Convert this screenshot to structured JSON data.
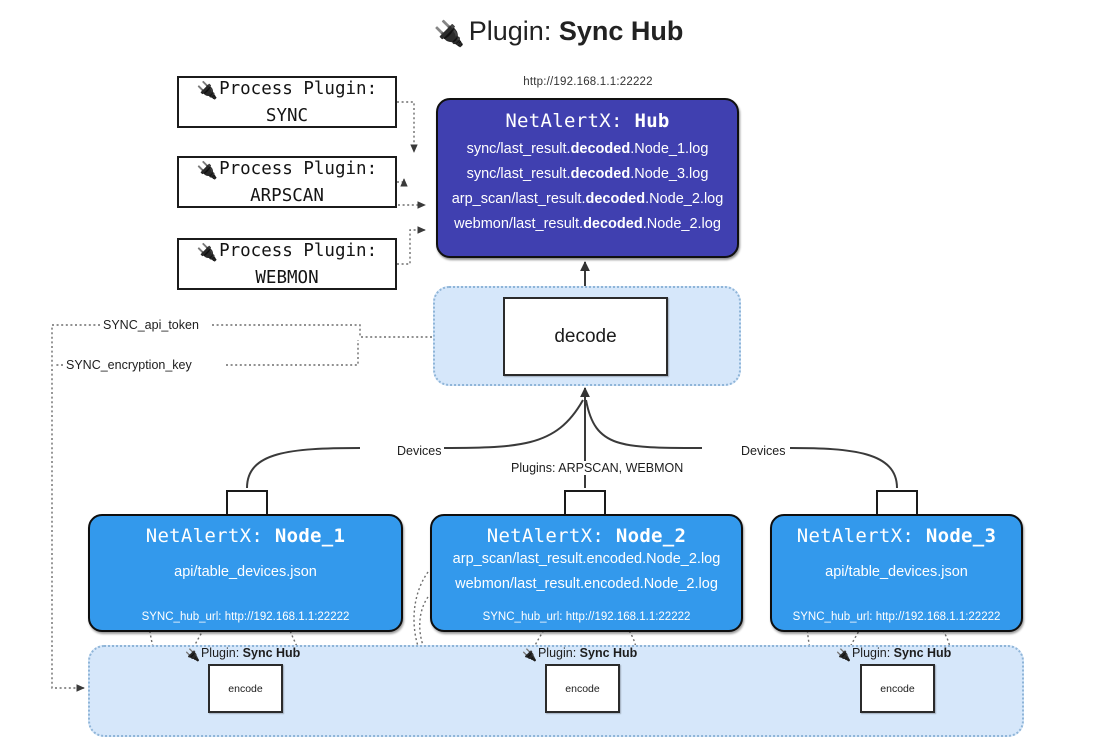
{
  "title": {
    "icon": "plug-icon",
    "prefix": "Plugin: ",
    "name": "Sync Hub"
  },
  "hub": {
    "url": "http://192.168.1.1:22222",
    "title_prefix": "NetAlertX: ",
    "title_name": "Hub",
    "logs": [
      {
        "pre": "sync/last_result.",
        "em": "decoded",
        "post": ".Node_1.log"
      },
      {
        "pre": "sync/last_result.",
        "em": "decoded",
        "post": ".Node_3.log"
      },
      {
        "pre": "arp_scan/last_result.",
        "em": "decoded",
        "post": ".Node_2.log"
      },
      {
        "pre": "webmon/last_result.",
        "em": "decoded",
        "post": ".Node_2.log"
      }
    ]
  },
  "process_plugins": [
    {
      "icon": "plug-icon",
      "line1": "Process Plugin:",
      "line2": "SYNC"
    },
    {
      "icon": "plug-icon",
      "line1": "Process Plugin:",
      "line2": "ARPSCAN"
    },
    {
      "icon": "plug-icon",
      "line1": "Process Plugin:",
      "line2": "WEBMON"
    }
  ],
  "decode": {
    "label": "decode"
  },
  "config_labels": {
    "api_token": "SYNC_api_token",
    "encryption_key": "SYNC_encryption_key"
  },
  "edge_labels": {
    "devices_left": "Devices",
    "devices_right": "Devices",
    "plugins_center": "Plugins: ARPSCAN, WEBMON"
  },
  "nodes": [
    {
      "title_prefix": "NetAlertX: ",
      "title_name": "Node_1",
      "lines": [
        "api/table_devices.json"
      ],
      "hub_url_label": "SYNC_hub_url: http://192.168.1.1:22222"
    },
    {
      "title_prefix": "NetAlertX: ",
      "title_name": "Node_2",
      "lines": [
        "arp_scan/last_result.encoded.Node_2.log",
        "webmon/last_result.encoded.Node_2.log"
      ],
      "hub_url_label": "SYNC_hub_url: http://192.168.1.1:22222"
    },
    {
      "title_prefix": "NetAlertX: ",
      "title_name": "Node_3",
      "lines": [
        "api/table_devices.json"
      ],
      "hub_url_label": "SYNC_hub_url: http://192.168.1.1:22222"
    }
  ],
  "bottom_plugins": [
    {
      "icon": "plug-icon",
      "prefix": "Plugin: ",
      "name": "Sync Hub",
      "action": "encode"
    },
    {
      "icon": "plug-icon",
      "prefix": "Plugin: ",
      "name": "Sync Hub",
      "action": "encode"
    },
    {
      "icon": "plug-icon",
      "prefix": "Plugin: ",
      "name": "Sync Hub",
      "action": "encode"
    }
  ],
  "colors": {
    "hub_fill": "#4040b0",
    "node_fill": "#3399ec",
    "band_fill": "#d6e7fa",
    "band_border": "#8fb5d8",
    "stroke": "#1a1a1a"
  }
}
